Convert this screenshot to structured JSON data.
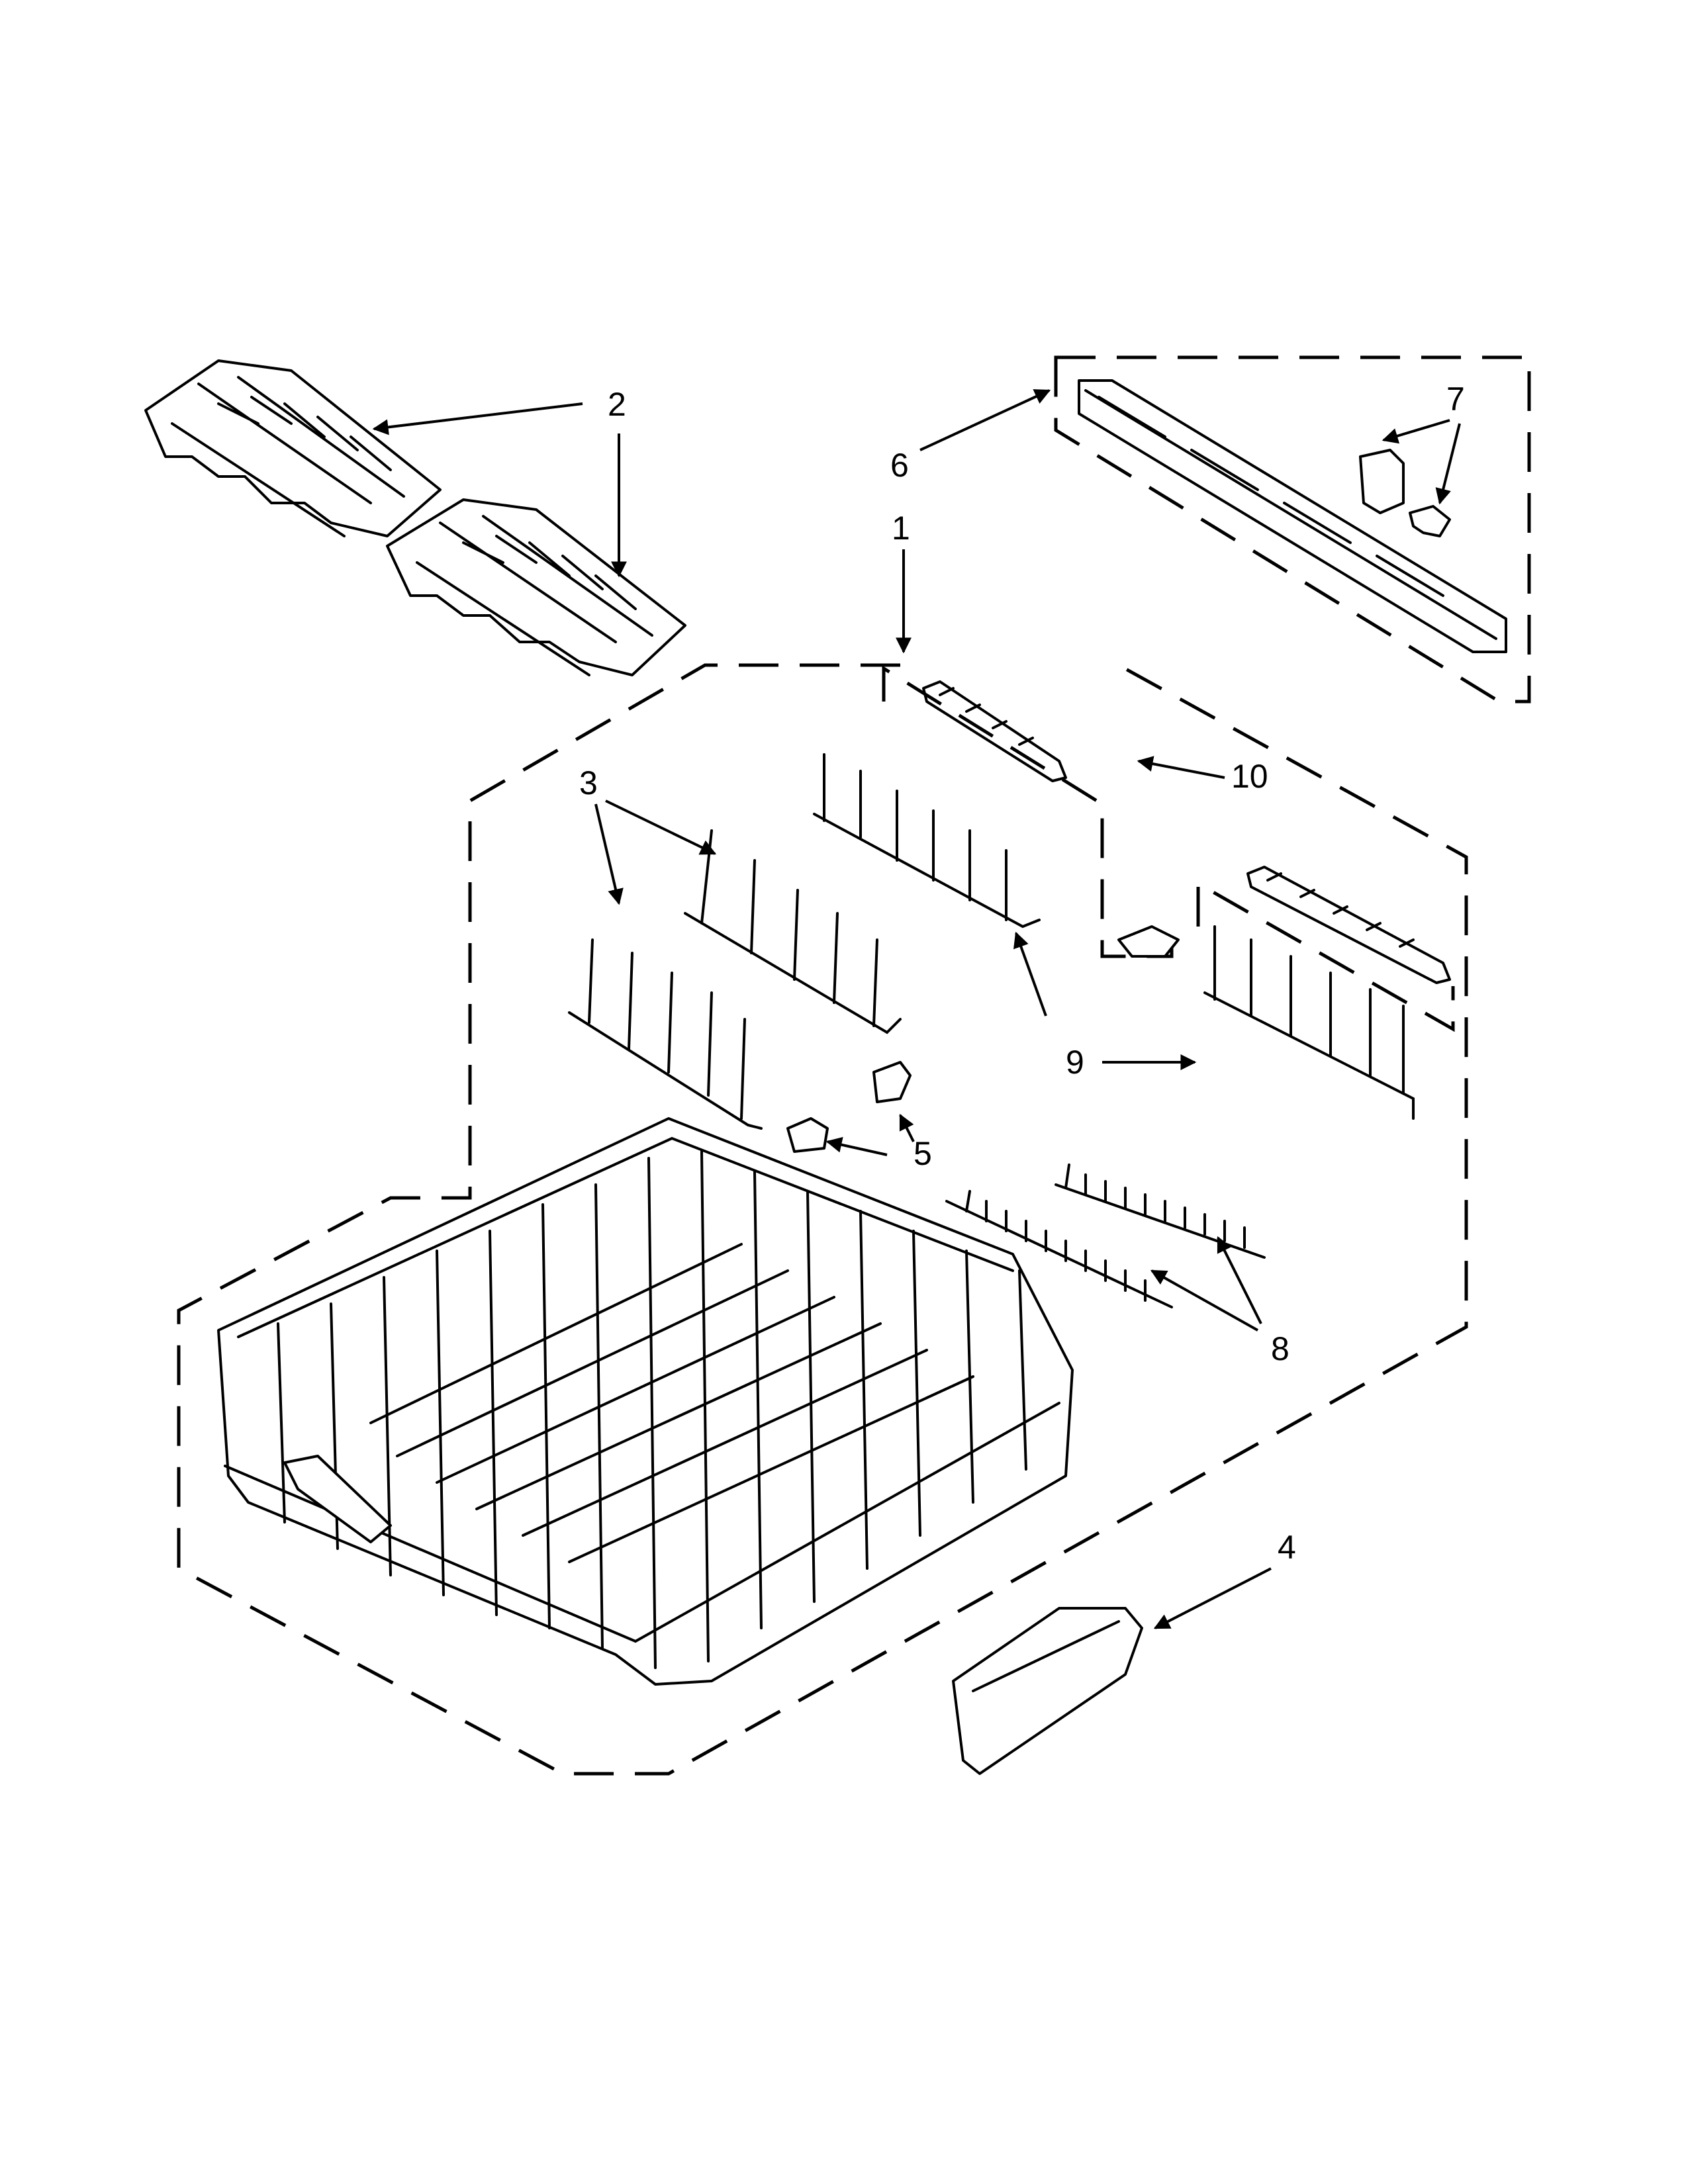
{
  "diagram": {
    "type": "exploded parts diagram",
    "callouts": [
      "1",
      "2",
      "3",
      "4",
      "5",
      "6",
      "7",
      "8",
      "9",
      "10"
    ]
  }
}
